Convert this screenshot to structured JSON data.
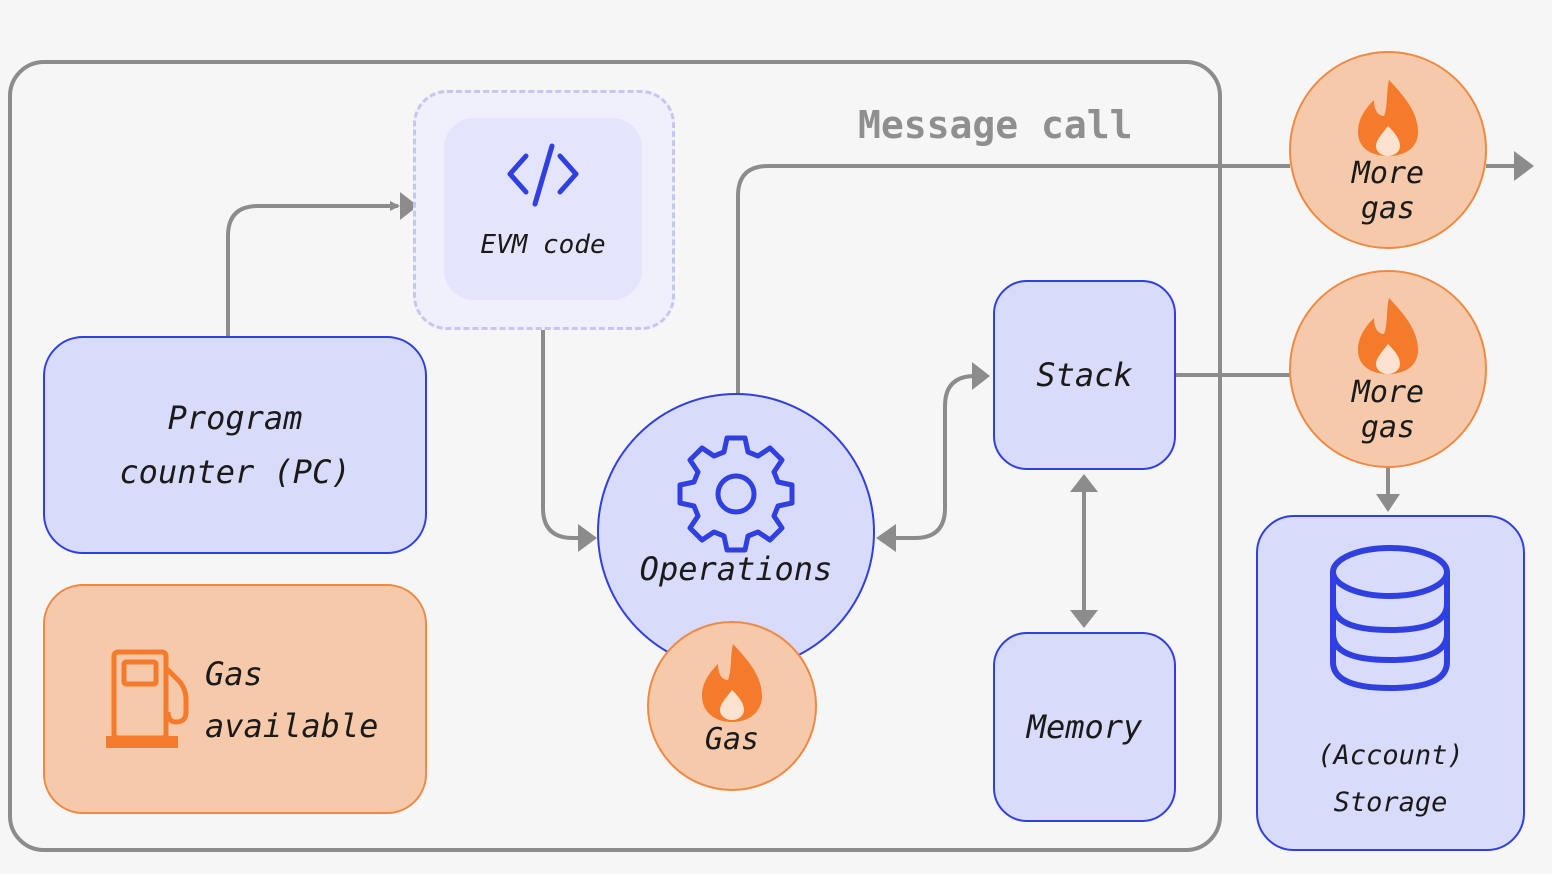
{
  "frame_title": "Message call",
  "nodes": {
    "pc": "Program\ncounter (PC)",
    "gas_available": "Gas\navailable",
    "evm_code": "EVM code",
    "operations": "Operations",
    "gas": "Gas",
    "stack": "Stack",
    "memory": "Memory",
    "more_gas_1": "More\ngas",
    "more_gas_2": "More\ngas",
    "storage": "(Account)\nStorage"
  },
  "icons": [
    "code-icon",
    "gear-icon",
    "fire-icon",
    "fuel-pump-icon",
    "database-icon"
  ],
  "colors": {
    "purple_fill": "#d8dbfa",
    "purple_stroke": "#2f3fe0",
    "orange_fill": "#f6c9aa",
    "orange_stroke": "#ee8a44",
    "flame": "#f47b2c",
    "connector": "#8c8c8c"
  }
}
